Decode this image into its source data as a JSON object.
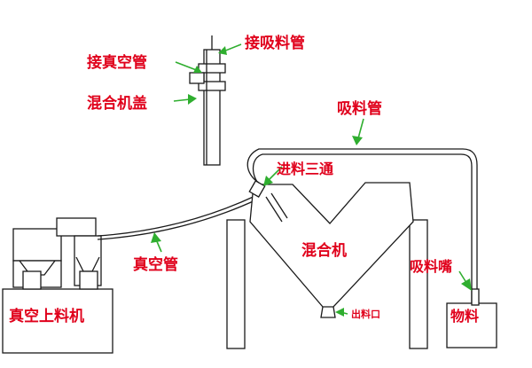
{
  "labels": {
    "vacuum_port": "接真空管",
    "suction_pipe_port": "接吸料管",
    "mixer_lid": "混合机盖",
    "suction_pipe": "吸料管",
    "three_way_inlet": "进料三通",
    "mixer": "混合机",
    "vacuum_pipe": "真空管",
    "suction_nozzle": "吸料嘴",
    "outlet": "出料口",
    "material": "物料",
    "vacuum_loader": "真空上料机"
  },
  "colors": {
    "label": "#e0001b",
    "arrow": "#2fae2f",
    "outline": "#1a1a1a"
  }
}
